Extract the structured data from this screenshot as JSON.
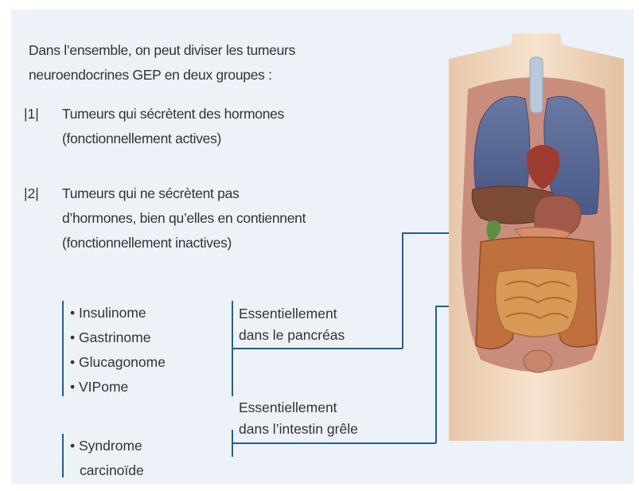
{
  "intro": {
    "line1": "Dans l’ensemble, on peut diviser les tumeurs",
    "line2": "neuroendocrines GEP en deux groupes :"
  },
  "groups": [
    {
      "number": "|1|",
      "lines": [
        "Tumeurs qui sécrètent des hormones",
        "(fonctionnellement actives)"
      ]
    },
    {
      "number": "|2|",
      "lines": [
        "Tumeurs qui ne sécrètent pas",
        "d’hormones, bien qu’elles en contiennent",
        "(fonctionnellement inactives)"
      ]
    }
  ],
  "pancreas_tumors": [
    "Insulinome",
    "Gastrinome",
    "Glucagonome",
    "VIPome"
  ],
  "intestine_tumors": [
    "Syndrome",
    "carcinoïde"
  ],
  "locations": {
    "pancreas": [
      "Essentiellement",
      "dans le pancréas"
    ],
    "intestine": [
      "Essentiellement",
      "dans l’intestin grêle"
    ]
  },
  "colors": {
    "connector": "#1f5f9a",
    "panel_background": "#edf2f8"
  }
}
